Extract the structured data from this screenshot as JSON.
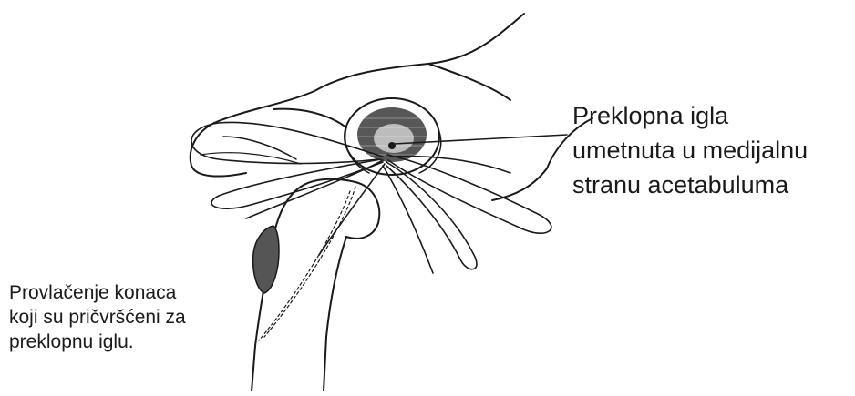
{
  "labels": {
    "needle": {
      "lines": [
        "Preklopna igla",
        "umetnuta u medijalnu",
        "stranu acetabuluma"
      ]
    },
    "sutures": {
      "lines": [
        "Provlačenje konaca",
        "koji su pričvršćeni za",
        "preklopnu iglu."
      ]
    }
  }
}
